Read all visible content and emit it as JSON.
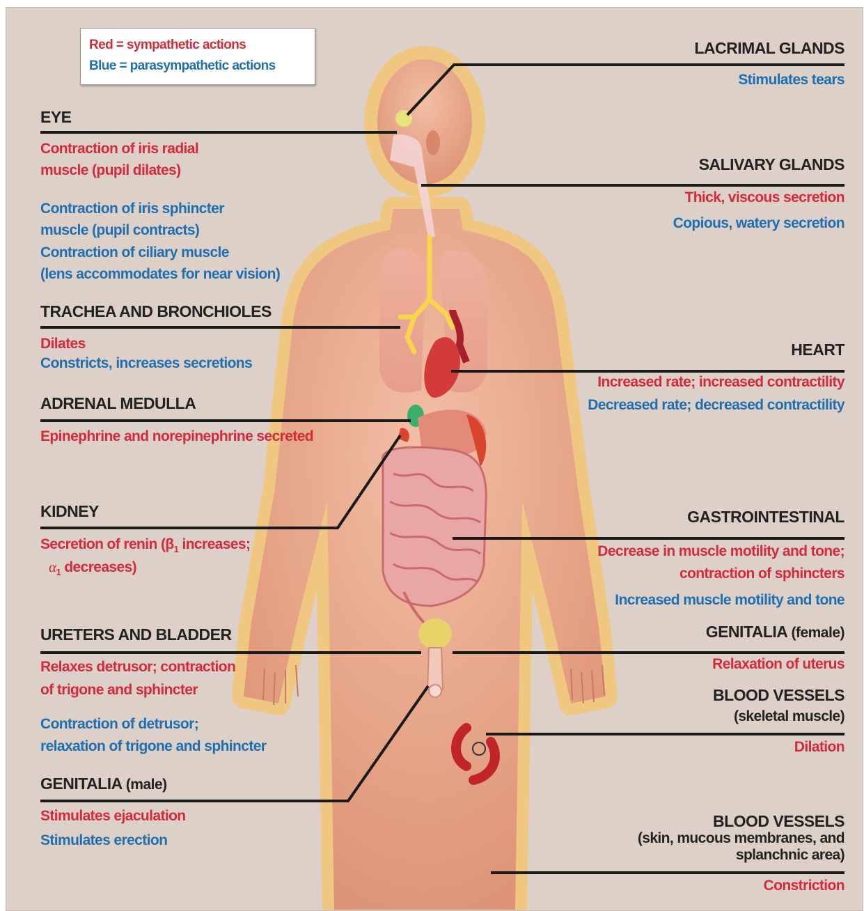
{
  "legend": {
    "red": "Red = sympathetic actions",
    "blue": "Blue = parasympathetic actions"
  },
  "colors": {
    "sympathetic": "#d42a3a",
    "parasympathetic": "#1f6fb0",
    "background": "#ddd0c8",
    "body": "#e8a98c"
  },
  "organs": {
    "eye": {
      "name": "EYE",
      "sym": [
        "Contraction of iris radial",
        "muscle (pupil dilates)"
      ],
      "para": [
        "Contraction of iris sphincter",
        "muscle (pupil contracts)",
        "Contraction of ciliary muscle",
        "(lens accommodates for near vision)"
      ]
    },
    "trachea": {
      "name": "TRACHEA AND BRONCHIOLES",
      "sym": "Dilates",
      "para": "Constricts, increases secretions"
    },
    "adrenal": {
      "name": "ADRENAL MEDULLA",
      "sym": "Epinephrine and norepinephrine secreted"
    },
    "kidney": {
      "name": "KIDNEY",
      "sym_line1": "Secretion of renin (β",
      "sym_sub1": "1",
      "sym_line1_end": " increases;",
      "sym_line2": "α",
      "sym_sub2": "1",
      "sym_line2_end": " decreases)"
    },
    "bladder": {
      "name": "URETERS AND BLADDER",
      "sym": [
        "Relaxes detrusor; contraction",
        "of trigone and sphincter"
      ],
      "para": [
        "Contraction of detrusor;",
        "relaxation of trigone and sphincter"
      ]
    },
    "genitalia_male": {
      "name": "GENITALIA",
      "qualifier": "(male)",
      "sym": "Stimulates ejaculation",
      "para": "Stimulates erection"
    },
    "lacrimal": {
      "name": "LACRIMAL GLANDS",
      "para": "Stimulates tears"
    },
    "salivary": {
      "name": "SALIVARY GLANDS",
      "sym": "Thick, viscous secretion",
      "para": "Copious, watery secretion"
    },
    "heart": {
      "name": "HEART",
      "sym": "Increased rate; increased contractility",
      "para": "Decreased rate; decreased contractility"
    },
    "gi": {
      "name": "GASTROINTESTINAL",
      "sym": [
        "Decrease in muscle motility and tone;",
        "contraction of sphincters"
      ],
      "para": "Increased muscle motility and tone"
    },
    "genitalia_female": {
      "name": "GENITALIA",
      "qualifier": "(female)",
      "sym": "Relaxation of uterus"
    },
    "vessels_skeletal": {
      "name": "BLOOD VESSELS",
      "qualifier": "(skeletal muscle)",
      "sym": "Dilation"
    },
    "vessels_skin": {
      "name": "BLOOD VESSELS",
      "qualifier": [
        "(skin, mucous membranes, and",
        "splanchnic area)"
      ],
      "sym": "Constriction"
    }
  }
}
